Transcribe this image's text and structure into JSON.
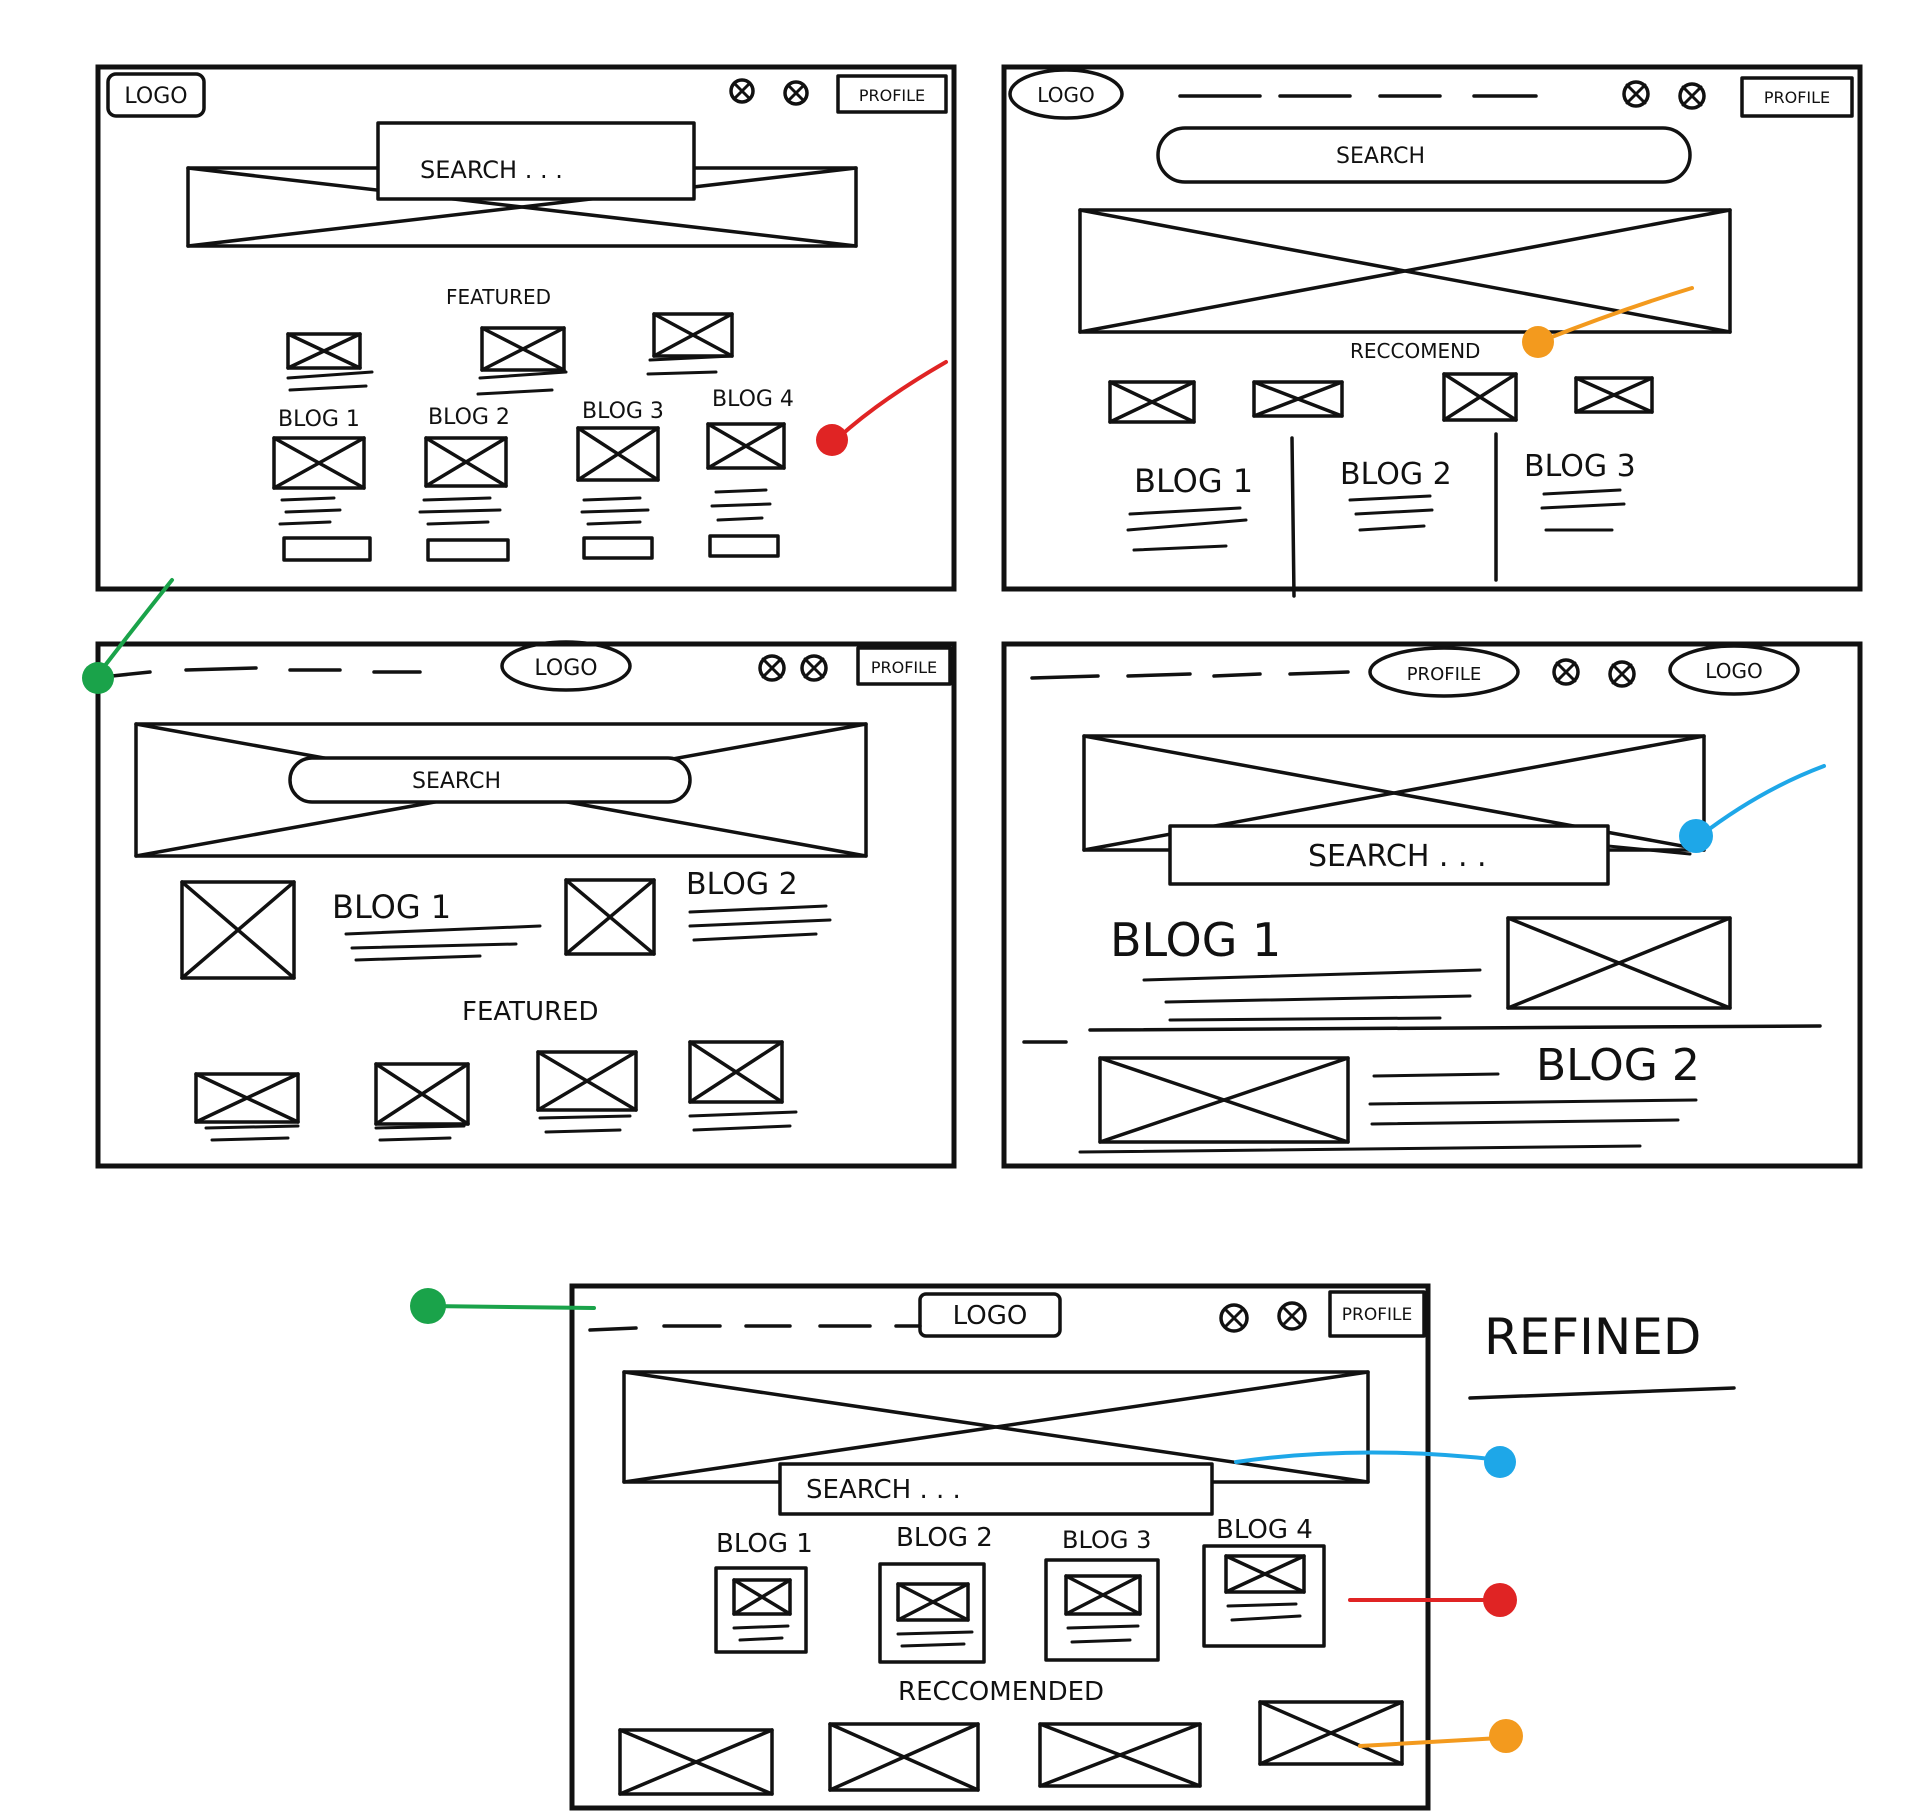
{
  "labels": {
    "logo": "LOGO",
    "profile": "PROFILE",
    "search": "SEARCH",
    "search_dots": "SEARCH . . .",
    "featured": "FEATURED",
    "recommend": "RECCOMEND",
    "recommended": "RECCOMENDED",
    "refined": "REFINED",
    "blog1": "BLOG 1",
    "blog2": "BLOG 2",
    "blog3": "BLOG 3",
    "blog4": "BLOG 4"
  },
  "colors": {
    "ink": "#111111",
    "green": "#1aa34a",
    "red": "#e02424",
    "orange": "#f39a1e",
    "blue": "#1ea7e8"
  }
}
